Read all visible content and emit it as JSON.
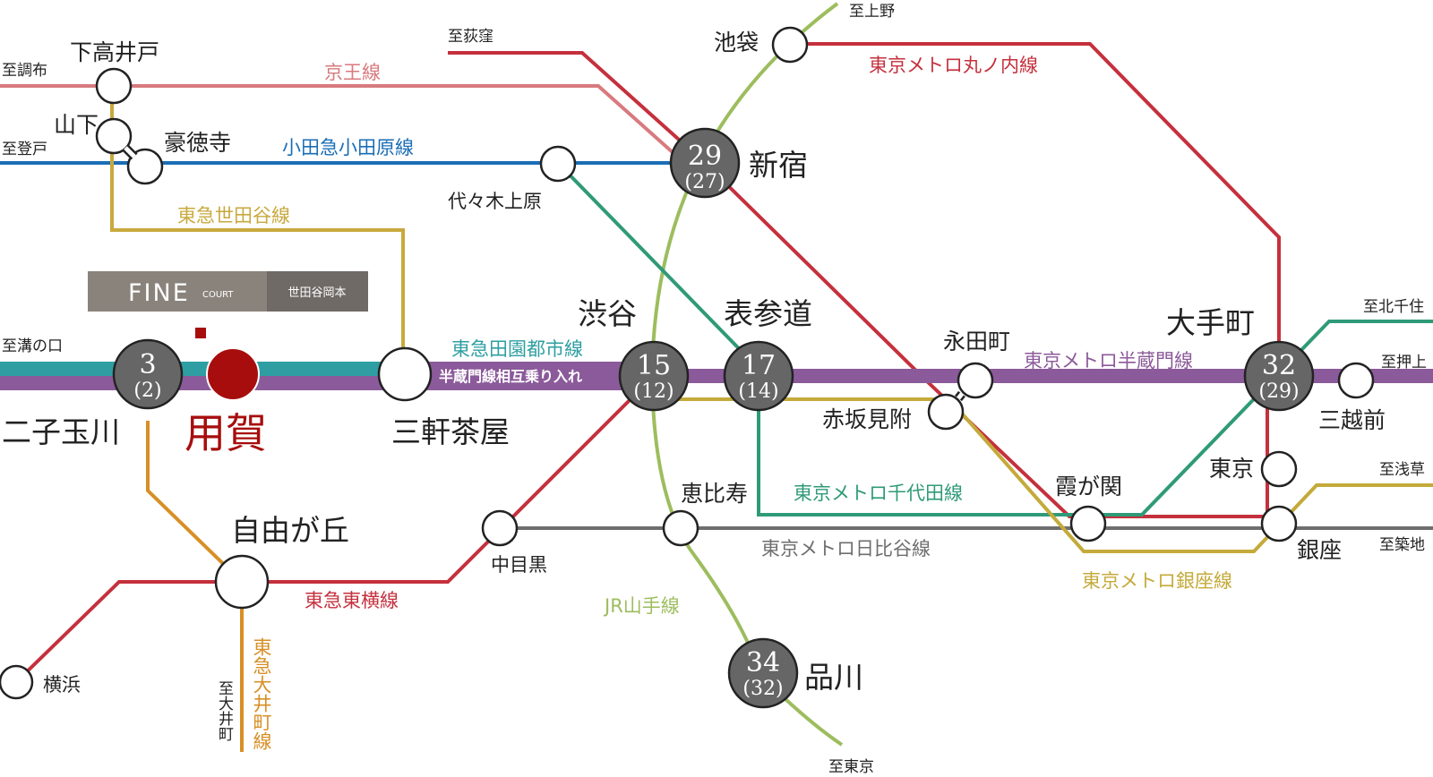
{
  "brand": {
    "logo_word": "FINE",
    "logo_sub": "COURT",
    "location": "世田谷岡本"
  },
  "colors": {
    "keio": "#d87a7e",
    "odakyu": "#1a6eb5",
    "setagaya": "#c8a93e",
    "denentoshi": "#2e9ea2",
    "hanzomon": "#8b5a9a",
    "yamanote": "#9dbd5e",
    "marunouchi": "#c5303d",
    "chiyoda": "#2f9a78",
    "hibiya": "#6e6e6e",
    "ginza": "#c4aa3a",
    "toyoko": "#c5303d",
    "oimachi": "#d88f26",
    "station_dark": "#666666",
    "highlight": "#a70d0d"
  },
  "lines": {
    "keio": "京王線",
    "odakyu": "小田急小田原線",
    "setagaya": "東急世田谷線",
    "denentoshi": "東急田園都市線",
    "hanzomon_through": "半蔵門線相互乗り入れ",
    "yamanote": "JR山手線",
    "marunouchi": "東京メトロ丸ノ内線",
    "chiyoda": "東京メトロ千代田線",
    "hibiya": "東京メトロ日比谷線",
    "hanzomon": "東京メトロ半蔵門線",
    "ginza": "東京メトロ銀座線",
    "toyoko": "東急東横線",
    "oimachi": "東急大井町線"
  },
  "stations": {
    "shimotakaido": "下高井戸",
    "yamashita": "山下",
    "gotokuji": "豪徳寺",
    "yoyogiuehara": "代々木上原",
    "ikebukuro": "池袋",
    "shinjuku": "新宿",
    "shibuya": "渋谷",
    "omotesando": "表参道",
    "nagatacho": "永田町",
    "akasakamitsuke": "赤坂見附",
    "otemachi": "大手町",
    "mitsukoshimae": "三越前",
    "tokyo": "東京",
    "kasumigaseki": "霞が関",
    "ginza": "銀座",
    "futakotamagawa": "二子玉川",
    "yoga": "用賀",
    "sangenjaya": "三軒茶屋",
    "jiyugaoka": "自由が丘",
    "nakameguro": "中目黒",
    "ebisu": "恵比寿",
    "shinagawa": "品川",
    "yokohama": "横浜"
  },
  "times": {
    "shinjuku": {
      "main": "29",
      "sub": "(27)"
    },
    "shibuya": {
      "main": "15",
      "sub": "(12)"
    },
    "omotesando": {
      "main": "17",
      "sub": "(14)"
    },
    "otemachi": {
      "main": "32",
      "sub": "(29)"
    },
    "futako": {
      "main": "3",
      "sub": "(2)"
    },
    "shinagawa": {
      "main": "34",
      "sub": "(32)"
    }
  },
  "directions": {
    "chofu": "至調布",
    "noborito": "至登戸",
    "ogikubo": "至荻窪",
    "ueno": "至上野",
    "mizonokuchi": "至溝の口",
    "kitasenju": "至北千住",
    "oshiage": "至押上",
    "asakusa": "至浅草",
    "tsukiji": "至築地",
    "tokyo": "至東京",
    "oimachi": "至大井町"
  }
}
